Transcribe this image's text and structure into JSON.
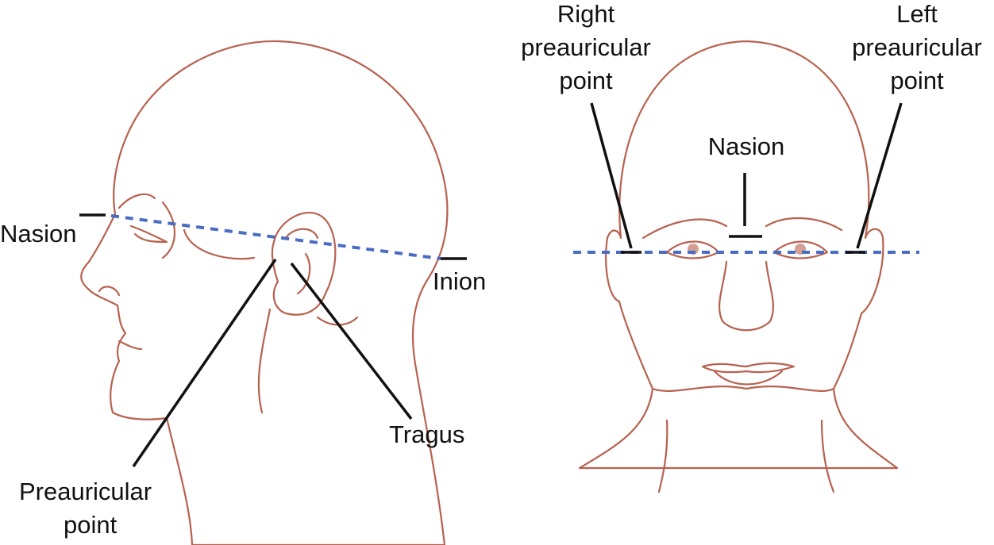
{
  "side_view": {
    "labels": {
      "nasion": "Nasion",
      "inion": "Inion",
      "tragus": "Tragus",
      "preauricular_line1": "Preauricular",
      "preauricular_line2": "point"
    }
  },
  "front_view": {
    "labels": {
      "right_line1": "Right",
      "right_line2": "preauricular",
      "right_line3": "point",
      "left_line1": "Left",
      "left_line2": "preauricular",
      "left_line3": "point",
      "nasion": "Nasion"
    }
  },
  "colors": {
    "outline": "#b8614f",
    "reference_line": "#4a6cc2",
    "skin": "#fbe0cf"
  }
}
